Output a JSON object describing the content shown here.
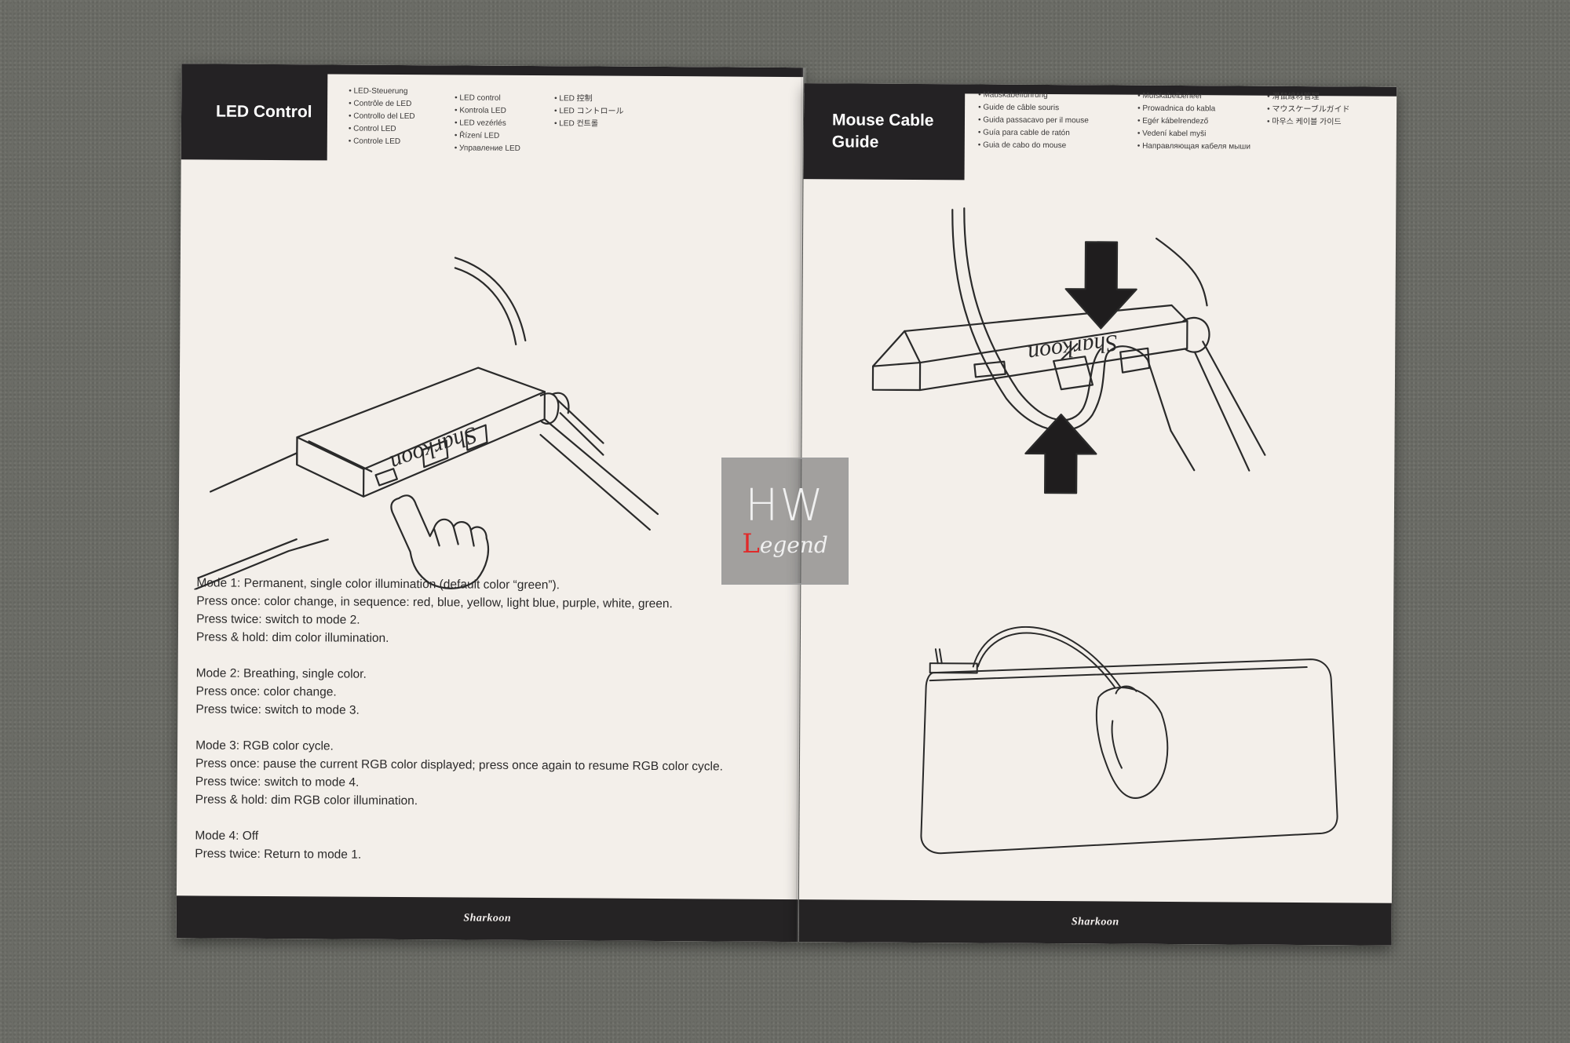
{
  "left_page": {
    "title": "LED Control",
    "translations_col1": [
      "LED-Steuerung",
      "Contrôle de LED",
      "Controllo del LED",
      "Control LED",
      "Controle LED"
    ],
    "translations_col2": [
      "LED control",
      "Kontrola LED",
      "LED vezérlés",
      "Řízení LED",
      "Управление LED"
    ],
    "translations_col3": [
      "LED 控制",
      "LED コントロール",
      "LED 컨트롤"
    ],
    "modes": [
      {
        "lines": [
          "Mode 1: Permanent, single color illumination (default color “green”).",
          "Press once: color change, in sequence: red, blue, yellow, light blue, purple, white, green.",
          "Press twice: switch to mode 2.",
          "Press & hold: dim color illumination."
        ]
      },
      {
        "lines": [
          "Mode 2: Breathing, single color.",
          "Press once: color change.",
          "Press twice: switch to mode 3."
        ]
      },
      {
        "lines": [
          "Mode 3: RGB color cycle.",
          "Press once: pause the current RGB color displayed; press once again to resume RGB color cycle.",
          "Press twice: switch to mode 4.",
          "Press & hold: dim RGB color illumination."
        ]
      },
      {
        "lines": [
          "Mode 4: Off",
          "Press twice: Return to mode 1."
        ]
      }
    ],
    "footer_brand": "Sharkoon"
  },
  "right_page": {
    "title_line1": "Mouse Cable",
    "title_line2": "Guide",
    "translations_col1": [
      "Mauskabelführung",
      "Guide de câble souris",
      "Guida passacavo per il mouse",
      "Guía para cable de ratón",
      "Guia de cabo do mouse"
    ],
    "translations_col2": [
      "Muiskabelbeheer",
      "Prowadnica do kabla",
      "Egér kábelrendező",
      "Vedení kabel myši",
      "Направляющая кабеля мыши"
    ],
    "translations_col3": [
      "滑鼠線材管理",
      "マウスケーブルガイド",
      "마우스 케이블 가이드"
    ],
    "footer_brand": "Sharkoon"
  },
  "device_logo": "Sharkoon",
  "watermark": {
    "top": "HW",
    "bottom_initial": "L",
    "bottom_rest": "egend"
  }
}
